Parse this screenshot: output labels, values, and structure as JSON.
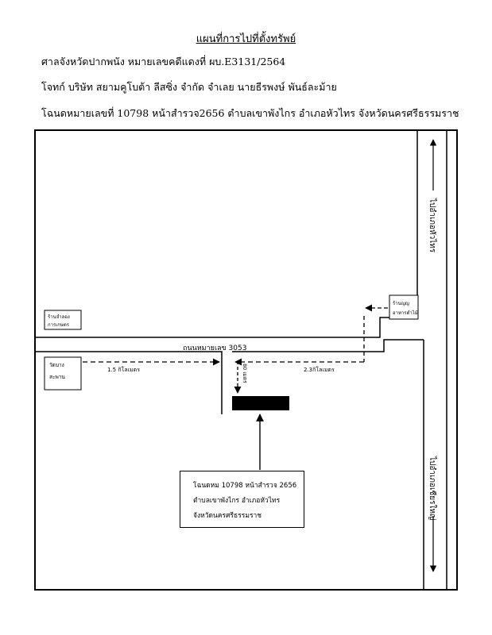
{
  "header": {
    "title": "แผนที่การไปที่ตั้งทรัพย์",
    "court_line": "ศาลจังหวัดปากพนัง หมายเลขคดีแดงที่ ผบ.E3131/2564",
    "parties_line": "โจทก์ บริษัท สยามคูโบต้า ลีสซิ่ง จำกัด จำเลย นายธีรพงษ์ พันธ์ละม้าย",
    "deed_line": "โฉนดหมายเลขที่ 10798 หน้าสำรวจ2656 ตำบลเขาพังไกร อำเภอหัวไทร จังหวัดนครศรีธรรมราช"
  },
  "map": {
    "road_label": "ถนนหมายเลข 3053",
    "to_huasai": "ไปอำเภอหัวไทร",
    "to_chian_yai": "ไปอำเภอเชียรใหญ่",
    "left_shop": [
      "ร้านจำลอง",
      "การเกษตร"
    ],
    "wat": [
      "วัดบาง",
      "สะพาน"
    ],
    "right_shop": [
      "ร้านญญ",
      "อาหารตำไม้"
    ],
    "dist_left": "1.5 กิโลเมตร",
    "dist_right": "2.3กิโลเมตร",
    "dist_down": "80 เมตร",
    "info": [
      "โฉนดหม 10798 หน้าสำรวจ 2656",
      "ตำบลเขาพังไกร อำเภอหัวไทร",
      "จังหวัดนครศรีธรรมราช"
    ]
  }
}
